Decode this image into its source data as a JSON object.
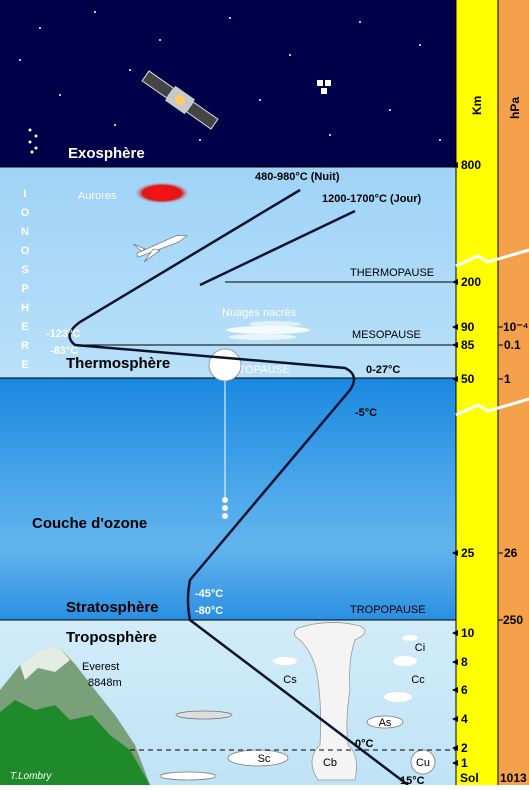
{
  "layers": {
    "exosphere": "Exosphère",
    "thermosphere": "Thermosphère",
    "ozone": "Couche d'ozone",
    "stratosphere": "Stratosphère",
    "troposphere": "Troposphère"
  },
  "ionosphere_letters": [
    "I",
    "O",
    "N",
    "O",
    "S",
    "P",
    "H",
    "E",
    "R",
    "E"
  ],
  "boundaries": {
    "thermopause": "THERMOPAUSE",
    "mesopause": "MESOPAUSE",
    "stratopause": "STRATOPAUSE",
    "tropopause": "TROPOPAUSE"
  },
  "temperatures": {
    "night": "480-980°C (Nuit)",
    "day": "1200-1700°C (Jour)",
    "meso_high": "-123°C",
    "meso_low": "-83°C",
    "strato": "0-27°C",
    "mid_strato": "-5°C",
    "tropo_high": "-45°C",
    "tropo_low": "-80°C",
    "freezing": "0°C",
    "ground": "15°C"
  },
  "features": {
    "aurores": "Aurores",
    "nacre": "Nuages nacrés",
    "everest": "Everest",
    "everest_alt": "8848m",
    "credit": "T.Lombry"
  },
  "clouds": [
    "Ci",
    "Cs",
    "Cc",
    "As",
    "Sc",
    "Cb",
    "Cu"
  ],
  "km_axis": {
    "title": "Km",
    "ticks": [
      "800",
      "200",
      "90",
      "85",
      "50",
      "25",
      "10",
      "8",
      "6",
      "4",
      "2",
      "1",
      "Sol"
    ]
  },
  "hpa_axis": {
    "title": "hPa",
    "ticks": [
      "10⁻⁴",
      "0.1",
      "1",
      "26",
      "250",
      "1013"
    ]
  },
  "colors": {
    "space": "#00004a",
    "thermo": "#a7d6f6",
    "ozone": "#1d8ee2",
    "tropo": "#c9e9f7",
    "km_band": "#ffff00",
    "hpa_band": "#f5a04a"
  }
}
